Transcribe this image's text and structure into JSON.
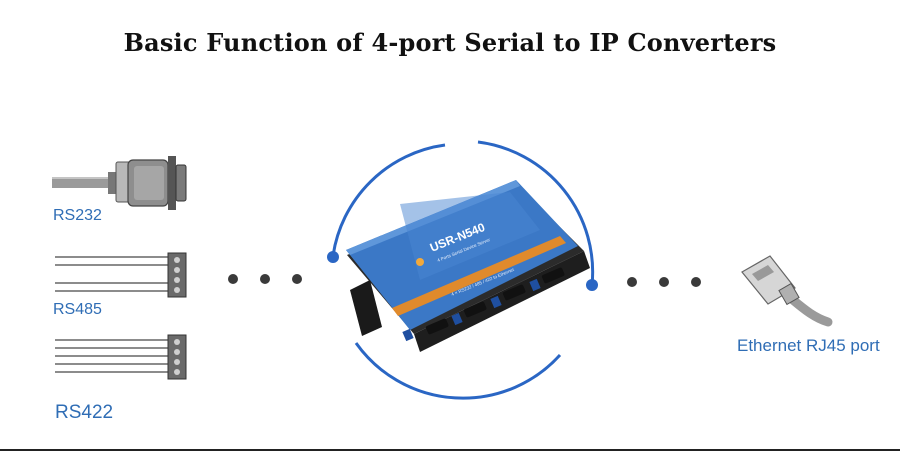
{
  "title": "Basic Function of 4-port Serial to IP Converters",
  "interfaces": {
    "rs232": "RS232",
    "rs485": "RS485",
    "rs422": "RS422",
    "ethernet": "Ethernet RJ45 port"
  },
  "device": {
    "model": "USR-N540",
    "subtitle": "4 Ports Serial Device Server",
    "ports_text": "4 × RS232 / 485 / 422 to Ethernet"
  },
  "colors": {
    "accent": "#2f6db5",
    "arc": "#2a66c4",
    "device_blue": "#3b78c6",
    "dots": "#3a3a3a"
  }
}
